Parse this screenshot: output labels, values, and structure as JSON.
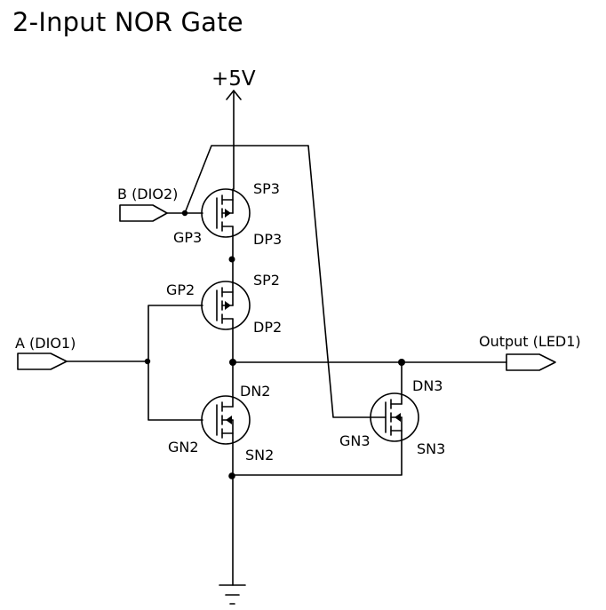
{
  "title": "2-Input NOR Gate",
  "power": {
    "label": "+5V",
    "icon": "power-arrow-icon"
  },
  "ground": {
    "icon": "ground-icon"
  },
  "inputs": [
    {
      "id": "A",
      "label": "A (DIO1)",
      "icon": "input-port-icon"
    },
    {
      "id": "B",
      "label": "B (DIO2)",
      "icon": "input-port-icon"
    }
  ],
  "output": {
    "label": "Output (LED1)",
    "icon": "output-port-icon"
  },
  "transistors": [
    {
      "id": "P3",
      "type": "PMOS",
      "gate": "GP3",
      "source": "SP3",
      "drain": "DP3"
    },
    {
      "id": "P2",
      "type": "PMOS",
      "gate": "GP2",
      "source": "SP2",
      "drain": "DP2"
    },
    {
      "id": "N2",
      "type": "NMOS",
      "gate": "GN2",
      "source": "SN2",
      "drain": "DN2"
    },
    {
      "id": "N3",
      "type": "NMOS",
      "gate": "GN3",
      "source": "SN3",
      "drain": "DN3"
    }
  ]
}
